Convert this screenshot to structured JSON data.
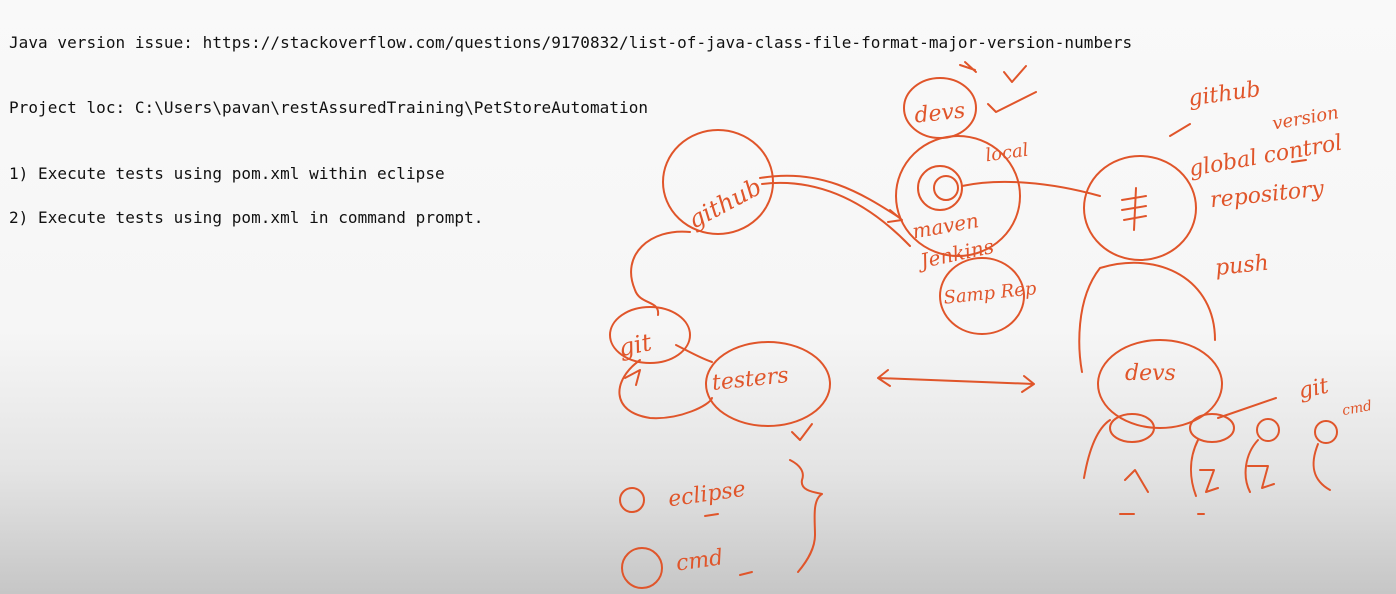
{
  "notes": {
    "java_version_issue": "Java version issue: https://stackoverflow.com/questions/9170832/list-of-java-class-file-format-major-version-numbers",
    "project_loc": "Project loc: C:\\Users\\pavan\\restAssuredTraining\\PetStoreAutomation",
    "step_1": "1) Execute tests using pom.xml within eclipse",
    "step_2": "2) Execute tests using pom.xml in command prompt."
  },
  "ink_annotations": {
    "color": "#e0552a",
    "left_cluster": {
      "github": "github",
      "git": "git",
      "testers": "testers",
      "eclipse": "eclipse",
      "cmd": "cmd"
    },
    "center_cluster": {
      "devs": "devs",
      "local": "local",
      "maven": "maven",
      "jenkins": "Jenkins",
      "sample_report": "Samp Rep"
    },
    "right_cluster": {
      "github_label": "github",
      "version": "version",
      "global_control": "global control",
      "repository": "repository",
      "push": "push",
      "devs": "devs",
      "git": "git",
      "cmd": "cmd"
    }
  }
}
